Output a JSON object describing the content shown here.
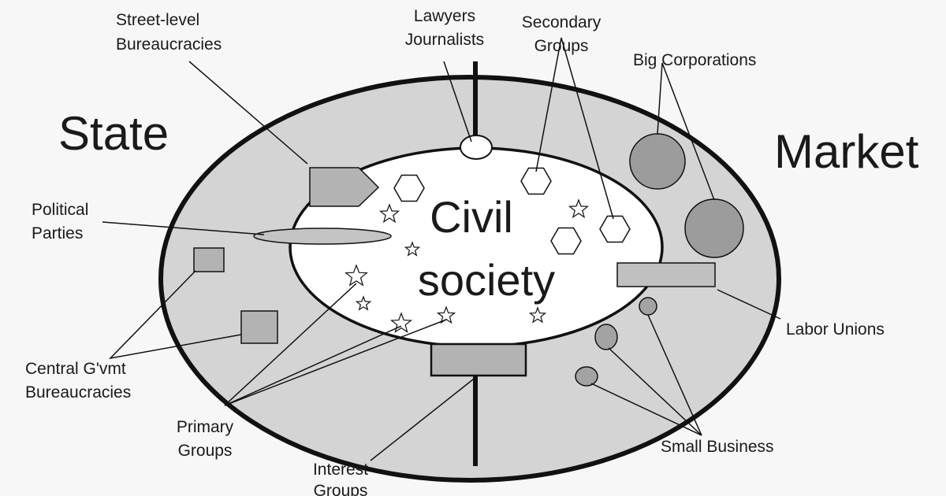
{
  "colors": {
    "ring": "#d4d4d4",
    "element": "#b3b3b3",
    "circle": "#9c9c9c",
    "inner": "#ffffff",
    "background": "#f7f7f7"
  },
  "regions": {
    "state": "State",
    "market": "Market",
    "civil_line1": "Civil",
    "civil_line2": "society"
  },
  "labels": {
    "street_level": [
      "Street-level",
      "Bureaucracies"
    ],
    "lawyers": [
      "Lawyers",
      "Journalists"
    ],
    "secondary": [
      "Secondary",
      "Groups"
    ],
    "big_corps": "Big Corporations",
    "political": [
      "Political",
      "Parties"
    ],
    "central": [
      "Central G'vmt",
      "Bureaucracies"
    ],
    "primary": [
      "Primary",
      "Groups"
    ],
    "interest": [
      "Interest",
      "Groups"
    ],
    "labor": "Labor Unions",
    "small_business": "Small Business"
  }
}
